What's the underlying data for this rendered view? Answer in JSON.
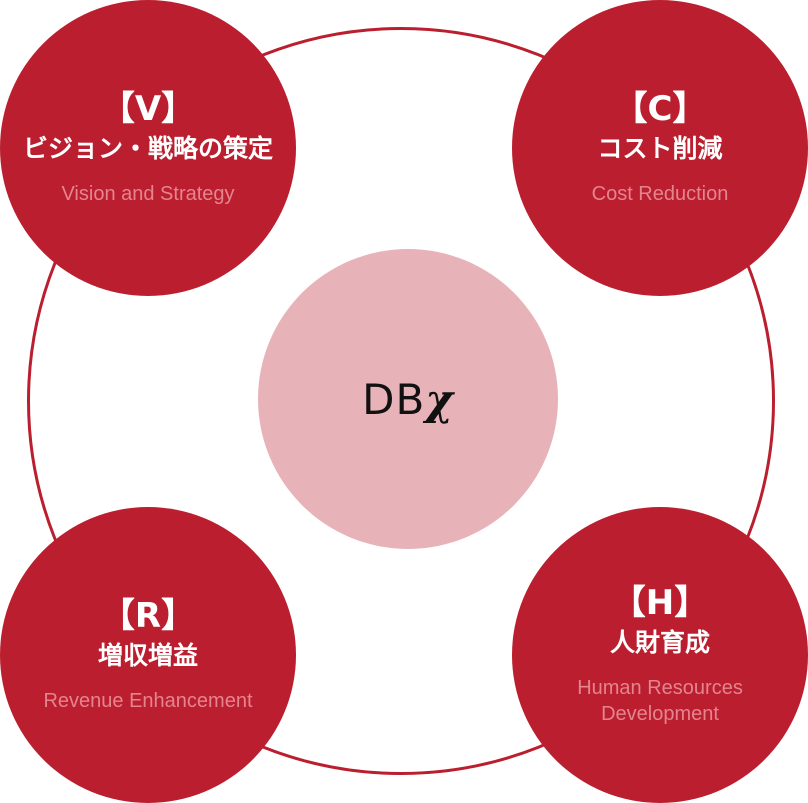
{
  "center": {
    "prefix": "DB",
    "symbol": "χ"
  },
  "nodes": {
    "v": {
      "code": "【V】",
      "jp": "ビジョン・戦略の策定",
      "en": "Vision and Strategy"
    },
    "c": {
      "code": "【C】",
      "jp": "コスト削減",
      "en": "Cost Reduction"
    },
    "r": {
      "code": "【R】",
      "jp": "増収増益",
      "en": "Revenue Enhancement"
    },
    "h": {
      "code": "【H】",
      "jp": "人財育成",
      "en_line1": "Human Resources",
      "en_line2": "Development"
    }
  },
  "colors": {
    "node_red": "#bb1f2f",
    "center_pink": "#e8b3b8",
    "subtitle_pink": "#e4848f"
  }
}
